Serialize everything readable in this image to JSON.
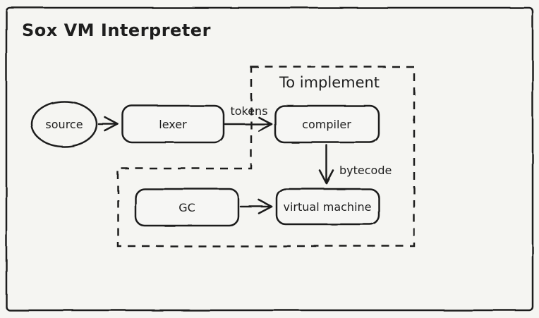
{
  "title": "Sox VM Interpreter",
  "group": {
    "label": "To implement",
    "contains": [
      "compiler",
      "virtual machine",
      "GC"
    ]
  },
  "nodes": {
    "source": {
      "label": "source",
      "shape": "ellipse"
    },
    "lexer": {
      "label": "lexer",
      "shape": "rectangle"
    },
    "compiler": {
      "label": "compiler",
      "shape": "rectangle"
    },
    "virtual_machine": {
      "label": "virtual machine",
      "shape": "rectangle"
    },
    "gc": {
      "label": "GC",
      "shape": "rectangle"
    }
  },
  "edges": {
    "source_to_lexer": {
      "from": "source",
      "to": "lexer",
      "label": ""
    },
    "lexer_to_compiler": {
      "from": "lexer",
      "to": "compiler",
      "label": "tokens"
    },
    "compiler_to_vm": {
      "from": "compiler",
      "to": "virtual machine",
      "label": "bytecode"
    },
    "gc_to_vm": {
      "from": "GC",
      "to": "virtual machine",
      "label": ""
    }
  },
  "colors": {
    "stroke": "#1e1e1e",
    "background": "#f5f5f2",
    "source_fill": "#b0efb4"
  }
}
